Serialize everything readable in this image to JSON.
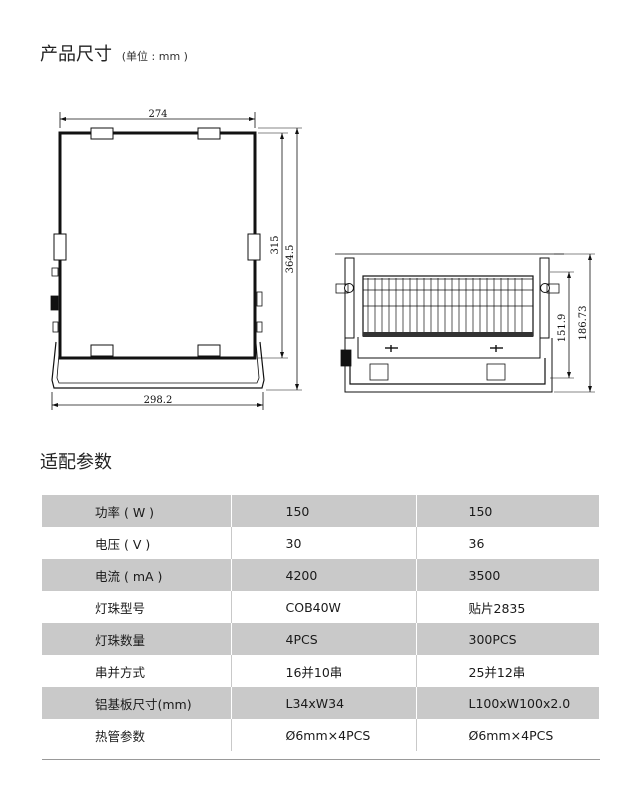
{
  "product_size": {
    "title": "产品尺寸",
    "unit": "(单位 : mm )"
  },
  "drawing": {
    "front_width": "274",
    "total_width": "298.2",
    "body_height": "315",
    "total_height": "364.5",
    "side_height_1": "151.9",
    "side_height_2": "186.73"
  },
  "params": {
    "title": "适配参数",
    "rows": [
      {
        "label": "功率 ( W )",
        "v1": "150",
        "v2": "150"
      },
      {
        "label": "电压 ( V )",
        "v1": "30",
        "v2": "36"
      },
      {
        "label": "电流 ( mA )",
        "v1": "4200",
        "v2": "3500"
      },
      {
        "label": "灯珠型号",
        "v1": "COB40W",
        "v2": "贴片2835"
      },
      {
        "label": "灯珠数量",
        "v1": "4PCS",
        "v2": "300PCS"
      },
      {
        "label": "串并方式",
        "v1": "16并10串",
        "v2": "25并12串"
      },
      {
        "label": "铝基板尺寸(mm)",
        "v1": "L34xW34",
        "v2": "L100xW100x2.0"
      },
      {
        "label": "热管参数",
        "v1": "Ø6mm×4PCS",
        "v2": "Ø6mm×4PCS"
      }
    ]
  }
}
